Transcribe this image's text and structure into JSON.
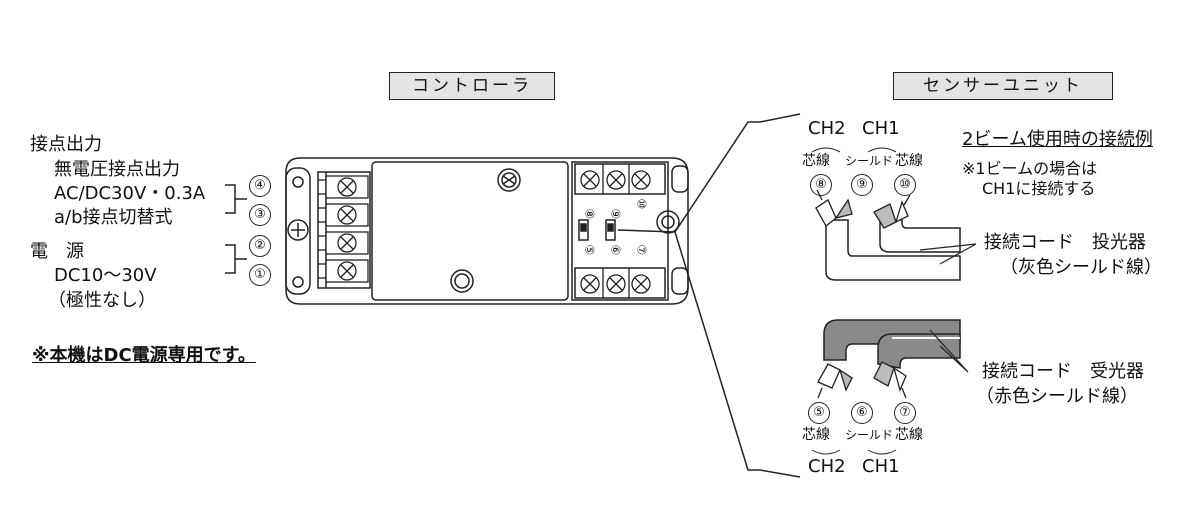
{
  "headers": {
    "controller": "コントローラ",
    "sensor_unit": "センサーユニット"
  },
  "left": {
    "contact_output_title": "接点出力",
    "contact_line1": "無電圧接点出力",
    "contact_line2": "AC/DC30V・0.3A",
    "contact_line3": "a/b接点切替式",
    "power_title": "電　源",
    "power_line1": "DC10～30V",
    "power_line2": "（極性なし）",
    "note": "※本機はDC電源専用です。"
  },
  "terminals_left": [
    "④",
    "③",
    "②",
    "①"
  ],
  "board_pins": [
    "⑧",
    "⑨",
    "⑩",
    "⑤",
    "⑥",
    "⑦"
  ],
  "top_right": {
    "ch2": "CH2",
    "ch1": "CH1",
    "core_left": "芯線",
    "shield": "シールド",
    "core_right": "芯線",
    "n8": "⑧",
    "n9": "⑨",
    "n10": "⑩",
    "heading": "2ビーム使用時の接続例",
    "note_line1": "※1ビームの場合は",
    "note_line2": "CH1に接続する",
    "cord_label": "接続コード　投光器",
    "cord_sub": "（灰色シールド線）"
  },
  "bottom_right": {
    "n5": "⑤",
    "n6": "⑥",
    "n7": "⑦",
    "core_left": "芯線",
    "shield": "シールド",
    "core_right": "芯線",
    "ch2": "CH2",
    "ch1": "CH1",
    "cord_label": "接続コード　受光器",
    "cord_sub": "（赤色シールド線）"
  },
  "colors": {
    "line": "#222222",
    "panel": "#e4e4e4",
    "gray_cord": "#ffffff",
    "red_cord": "#8a8a8a"
  }
}
